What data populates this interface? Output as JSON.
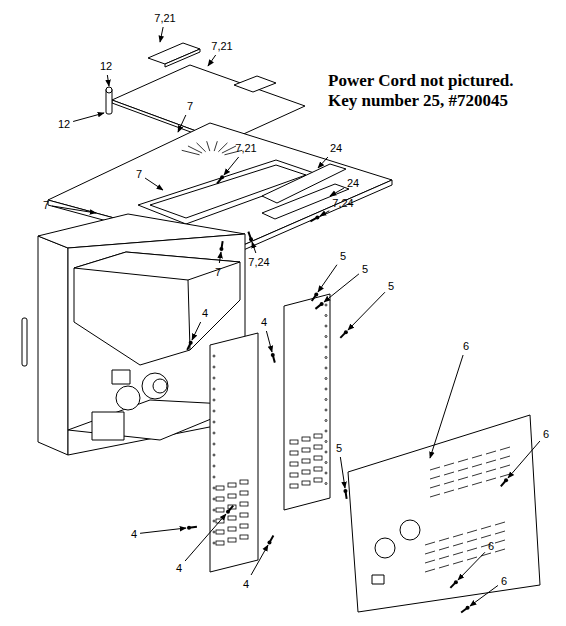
{
  "diagram": {
    "labels": [
      "Power Cord not pictured. Key number 25, #720045",
      "7,21",
      "7,21",
      "12",
      "12",
      "7",
      "7",
      "7,21",
      "24",
      "24",
      "7,24",
      "7",
      "7",
      "7,24",
      "5",
      "5",
      "5",
      "4",
      "4",
      "6",
      "6",
      "5",
      "4",
      "4",
      "4",
      "6",
      "6"
    ]
  }
}
